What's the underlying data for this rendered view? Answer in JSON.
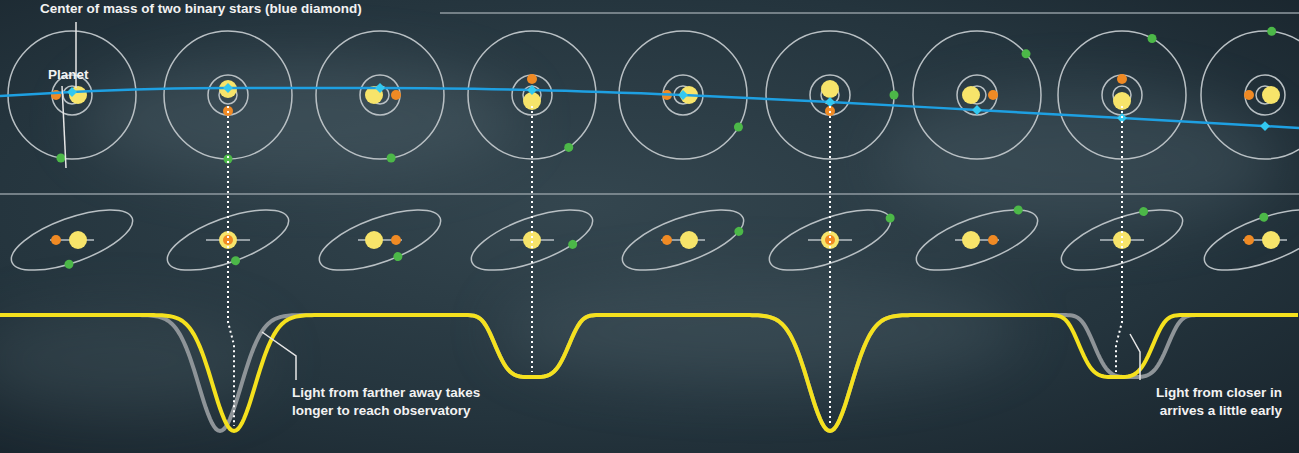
{
  "diagram": {
    "labels": [
      "Center of mass of two binary stars (blue diamond)",
      "Planet",
      "Light from farther away takes longer to reach observatory",
      "Light from closer in arrives a little early"
    ]
  }
}
